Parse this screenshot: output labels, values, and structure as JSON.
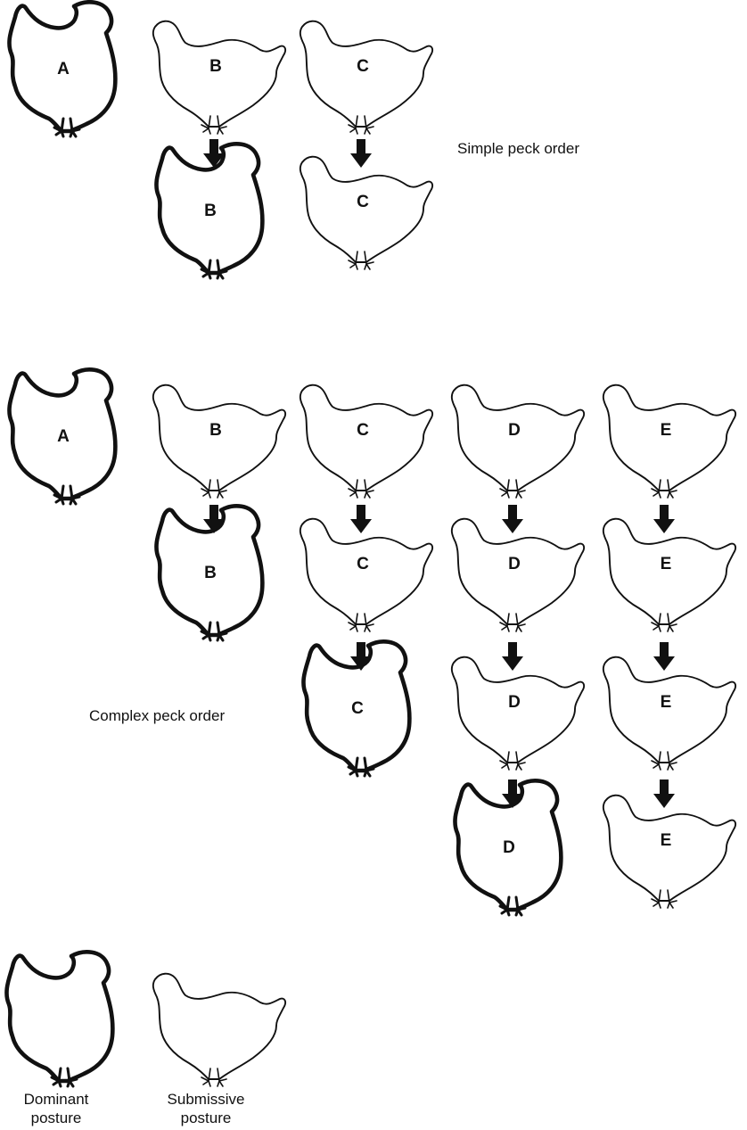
{
  "simple": {
    "caption": "Simple peck order",
    "hens": [
      {
        "label": "A",
        "posture": "dominant"
      },
      {
        "label": "B",
        "posture": "submissive"
      },
      {
        "label": "C",
        "posture": "submissive"
      },
      {
        "label": "B",
        "posture": "dominant"
      },
      {
        "label": "C",
        "posture": "submissive"
      }
    ]
  },
  "complex": {
    "caption": "Complex peck order",
    "hens": [
      {
        "label": "A",
        "posture": "dominant"
      },
      {
        "label": "B",
        "posture": "submissive"
      },
      {
        "label": "C",
        "posture": "submissive"
      },
      {
        "label": "D",
        "posture": "submissive"
      },
      {
        "label": "E",
        "posture": "submissive"
      },
      {
        "label": "B",
        "posture": "dominant"
      },
      {
        "label": "C",
        "posture": "submissive"
      },
      {
        "label": "D",
        "posture": "submissive"
      },
      {
        "label": "E",
        "posture": "submissive"
      },
      {
        "label": "C",
        "posture": "dominant"
      },
      {
        "label": "D",
        "posture": "submissive"
      },
      {
        "label": "E",
        "posture": "submissive"
      },
      {
        "label": "D",
        "posture": "dominant"
      },
      {
        "label": "E",
        "posture": "submissive"
      }
    ]
  },
  "legend": {
    "dominant_line1": "Dominant",
    "dominant_line2": "posture",
    "submissive_line1": "Submissive",
    "submissive_line2": "posture"
  },
  "colors": {
    "ink": "#111111",
    "background": "#ffffff"
  }
}
